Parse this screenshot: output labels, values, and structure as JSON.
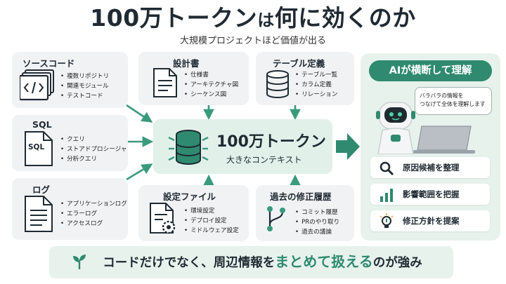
{
  "header": {
    "title_part1": "100万トークン",
    "title_part2": "は",
    "title_part3": "何に効くのか",
    "subtitle": "大規模プロジェクトほど価値が出る"
  },
  "cards": {
    "source": {
      "title": "ソースコード",
      "items": [
        "複数リポジトリ",
        "関連モジュール",
        "テストコード"
      ]
    },
    "sql": {
      "title": "SQL",
      "icon_label": "SQL",
      "items": [
        "クエリ",
        "ストアドプロシージャ",
        "分析クエリ"
      ]
    },
    "log": {
      "title": "ログ",
      "items": [
        "アプリケーションログ",
        "エラーログ",
        "アクセスログ"
      ]
    },
    "design": {
      "title": "設計書",
      "items": [
        "仕様書",
        "アーキテクチャ図",
        "シーケンス図"
      ]
    },
    "table_def": {
      "title": "テーブル定義",
      "items": [
        "テーブル一覧",
        "カラム定義",
        "リレーション"
      ]
    },
    "config": {
      "title": "設定ファイル",
      "items": [
        "環境設定",
        "デプロイ設定",
        "ミドルウェア設定"
      ]
    },
    "history": {
      "title": "過去の修正履歴",
      "items": [
        "コミット履歴",
        "PRのやり取り",
        "過去の議論"
      ]
    }
  },
  "center": {
    "title": "100万トークン",
    "subtitle": "大きなコンテキスト"
  },
  "ai_panel": {
    "pill": "AIが横断して理解",
    "bubble_line1": "バラバラの情報を",
    "bubble_line2": "つなげて全体を理解します",
    "actions": [
      "原因候補を整理",
      "影響範囲を把握",
      "修正方針を提案"
    ]
  },
  "banner": {
    "part1": "コードだけでなく、周辺情報を",
    "part2": "まとめて扱える",
    "part3": "のが強み"
  },
  "colors": {
    "accent": "#2f8a6f",
    "dark": "#1f2a33",
    "card_bg": "#f1f2f4",
    "panel_bg": "#e7f2ed"
  }
}
